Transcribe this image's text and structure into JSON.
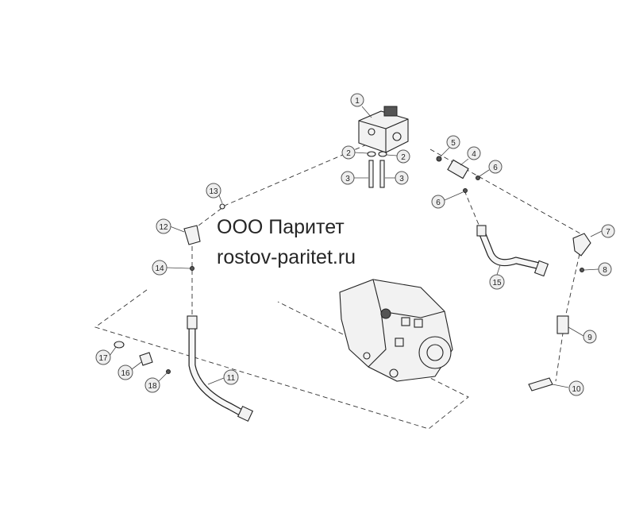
{
  "watermark": {
    "company": "ООО Паритет",
    "website": "rostov-paritet.ru"
  },
  "callouts": [
    "1",
    "2",
    "2",
    "3",
    "3",
    "4",
    "5",
    "6",
    "6",
    "7",
    "8",
    "9",
    "10",
    "11",
    "12",
    "13",
    "14",
    "15",
    "16",
    "17",
    "18"
  ],
  "colors": {
    "line": "#222222",
    "callout_fill": "#eeeeee",
    "watermark": "#262626"
  }
}
